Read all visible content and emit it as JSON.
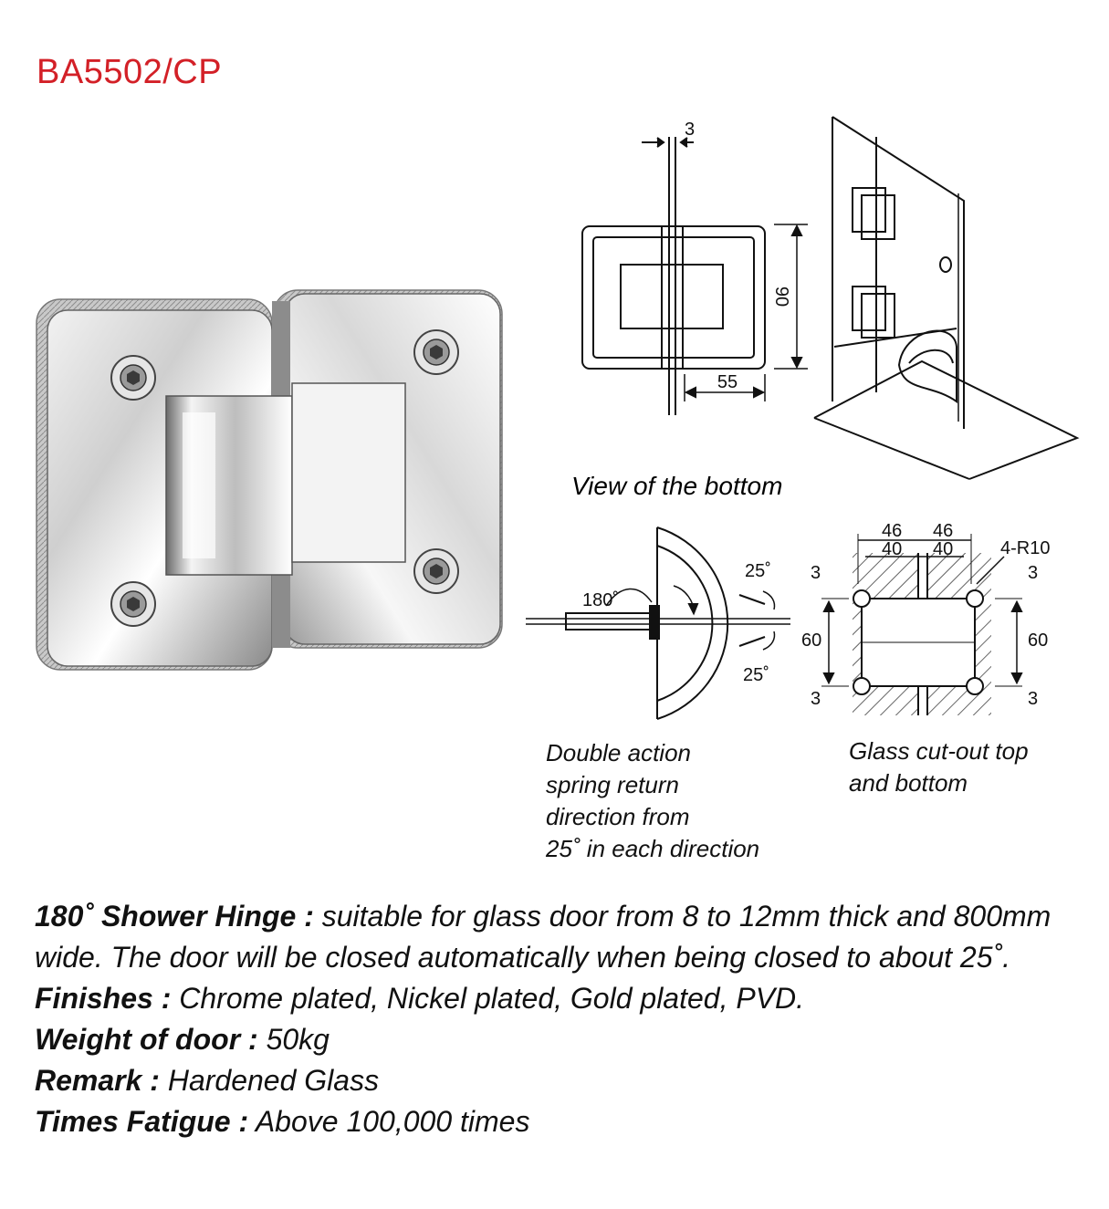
{
  "product": {
    "model": "BA5502/CP"
  },
  "drawing": {
    "bottom_view": {
      "caption": "View of the bottom",
      "dim_gap": "3",
      "dim_height": "90",
      "dim_width": "55"
    },
    "swing": {
      "label_180": "180˚",
      "label_25_top": "25˚",
      "label_25_bottom": "25˚",
      "caption": [
        "Double action",
        "spring return",
        "direction from",
        "25˚ in each direction"
      ]
    },
    "cutout": {
      "dim_46_left": "46",
      "dim_46_right": "46",
      "dim_40_left": "40",
      "dim_40_right": "40",
      "dim_radius": "4-R10",
      "dim_3_tl": "3",
      "dim_3_tr": "3",
      "dim_3_bl": "3",
      "dim_3_br": "3",
      "dim_60_left": "60",
      "dim_60_right": "60",
      "caption": [
        "Glass cut-out top",
        "and bottom"
      ]
    }
  },
  "specs": {
    "description_label": "180˚ Shower Hinge :",
    "description_text": " suitable for glass door from 8 to 12mm thick and 800mm wide. The door will be closed automatically when being closed to about 25˚.",
    "finishes_label": "Finishes :",
    "finishes_text": " Chrome plated, Nickel plated, Gold plated, PVD.",
    "weight_label": "Weight of door :",
    "weight_text": " 50kg",
    "remark_label": "Remark :",
    "remark_text": " Hardened Glass",
    "fatigue_label": "Times Fatigue :",
    "fatigue_text": " Above 100,000 times"
  }
}
